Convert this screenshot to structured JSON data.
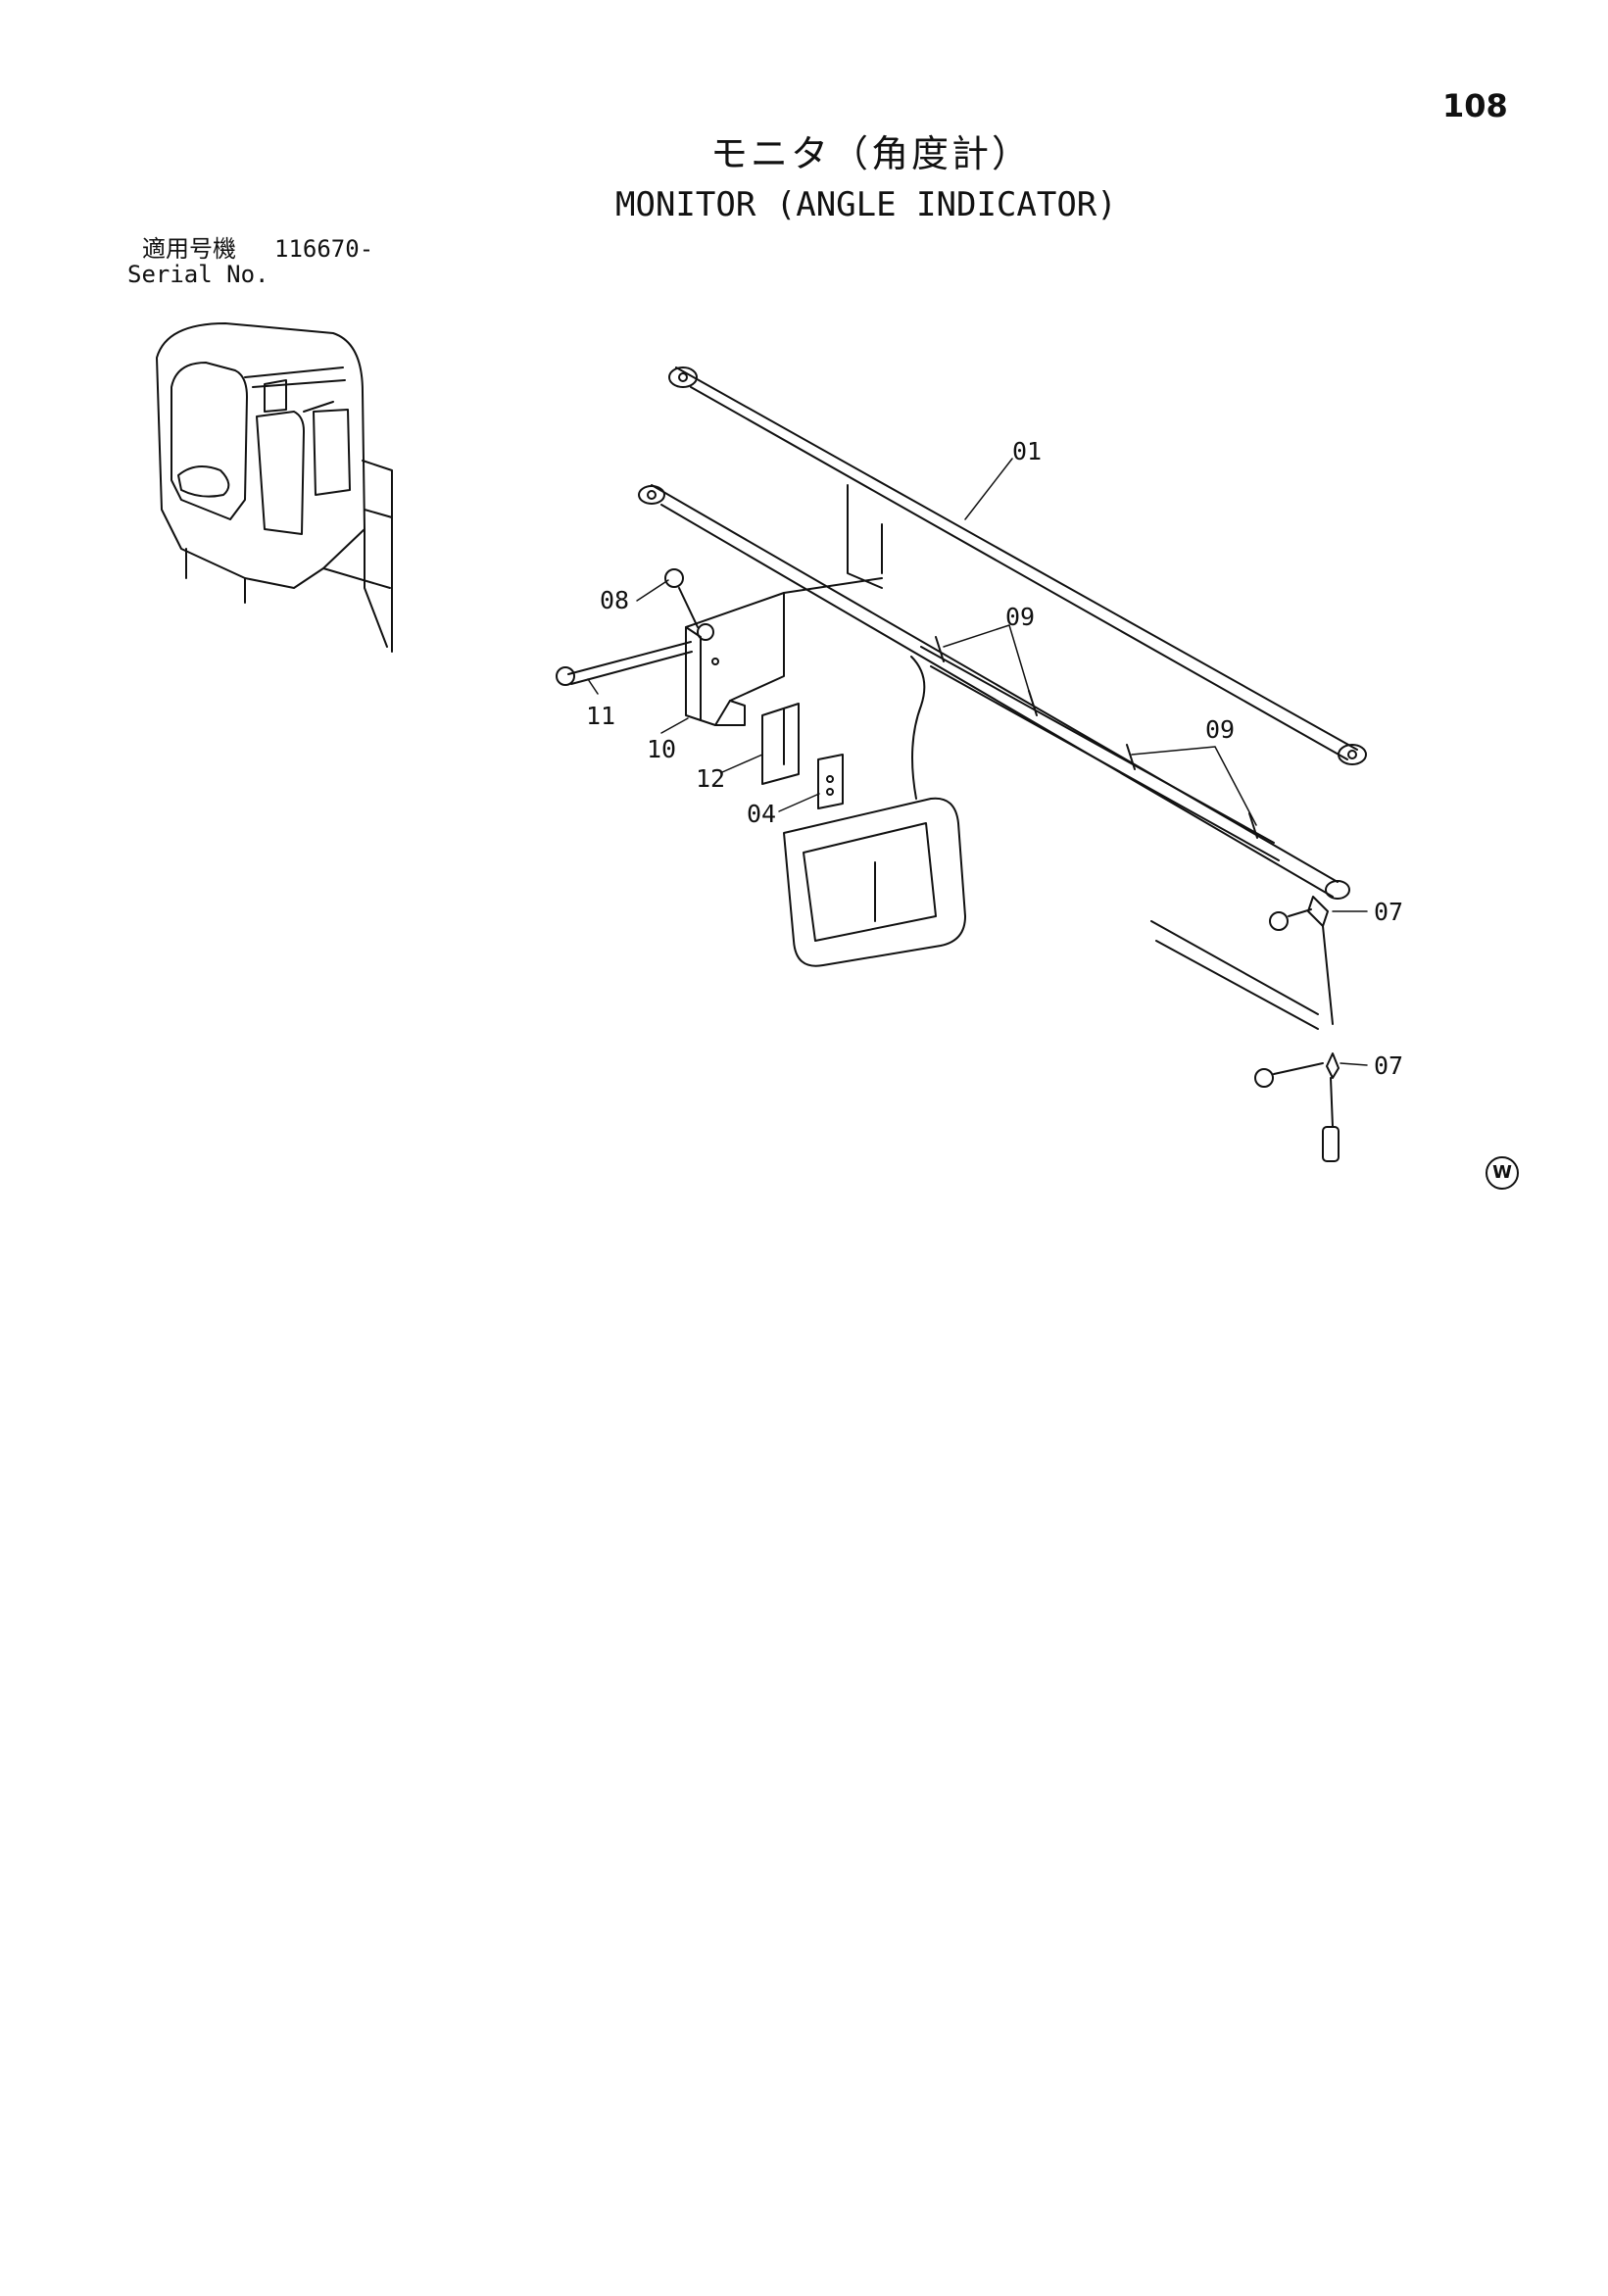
{
  "page_number": "108",
  "title": {
    "jp": "モニタ（角度計）",
    "en": "MONITOR (ANGLE INDICATOR)"
  },
  "serial": {
    "label_jp": "適用号機",
    "number": "116670-",
    "label_en": "Serial No."
  },
  "callouts": {
    "c01": "01",
    "c08": "08",
    "c09a": "09",
    "c09b": "09",
    "c11": "11",
    "c10": "10",
    "c12": "12",
    "c04": "04",
    "c07a": "07",
    "c07b": "07"
  },
  "mark": "W"
}
